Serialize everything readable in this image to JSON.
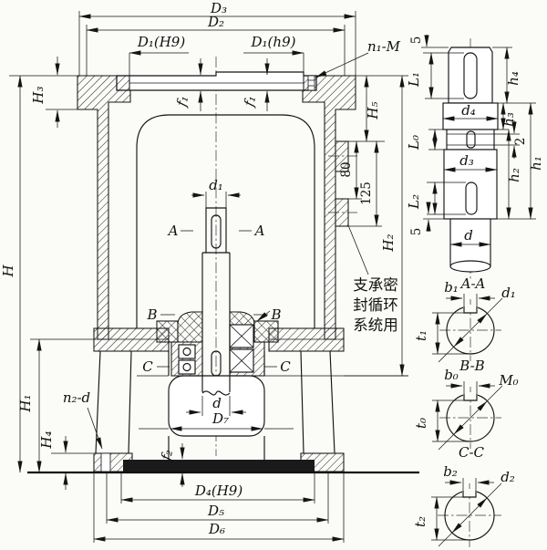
{
  "main_view": {
    "top": {
      "D3": "D₃",
      "D2": "D₂",
      "D1H9": "D₁(H9)",
      "D1h9": "D₁(h9)",
      "n1M": "n₁-M",
      "f1_left": "f₁",
      "f1_right": "f₁"
    },
    "left": {
      "H": "H",
      "H3": "H₃",
      "H1": "H₁",
      "H4": "H₄",
      "n2d": "n₂-d"
    },
    "right": {
      "H5": "H₅",
      "dim_80": "80",
      "dim_125": "125",
      "H2": "H₂"
    },
    "center": {
      "d1": "d₁",
      "A_left": "A",
      "A_right": "A",
      "B_left": "B",
      "B_right": "B",
      "C_left": "C",
      "C_right": "C",
      "d": "d",
      "D7": "D₇",
      "f2": "f₂"
    },
    "bottom": {
      "D4H9": "D₄(H9)",
      "D5": "D₅",
      "D6": "D₆"
    },
    "note_lines": {
      "l1": "支承密",
      "l2": "封循环",
      "l3": "系统用"
    }
  },
  "shaft_view": {
    "dim5_top": "5",
    "L1": "L₁",
    "h4": "h₄",
    "d4": "d₄",
    "h3": "h₃",
    "L0": "L₀",
    "dim2": "2",
    "d3": "d₃",
    "h2": "h₂",
    "h1": "h₁",
    "L2": "L₂",
    "dim5_bottom": "5",
    "d": "d"
  },
  "sections": {
    "AA": {
      "title": "A-A",
      "b1": "b₁",
      "d1": "d₁",
      "t1": "t₁"
    },
    "BB": {
      "title": "B-B",
      "b0": "b₀",
      "M0": "M₀",
      "t0": "t₀"
    },
    "CC": {
      "title": "C-C",
      "b2": "b₂",
      "d2": "d₂",
      "t2": "t₂"
    }
  }
}
